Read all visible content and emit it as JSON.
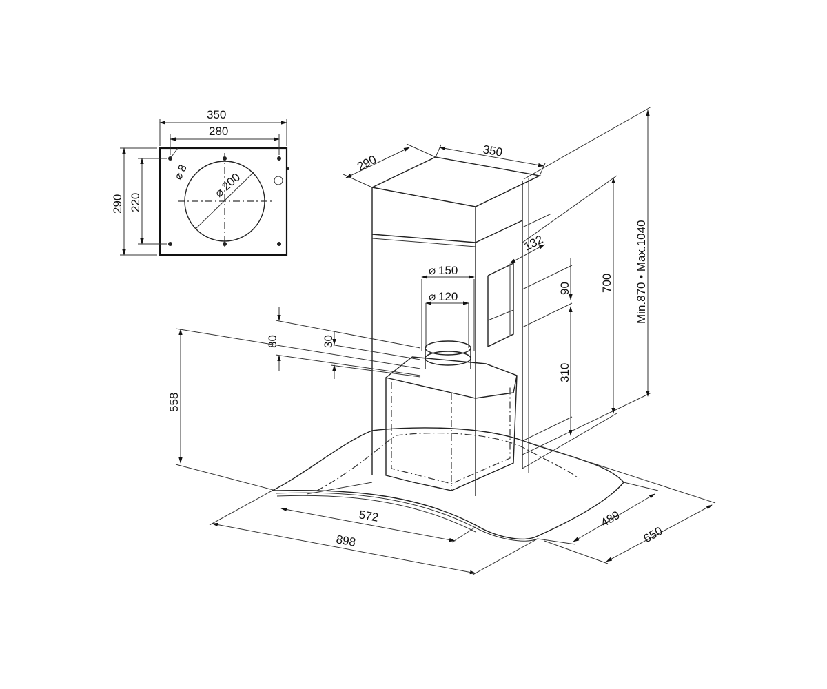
{
  "top_view": {
    "width_outer": "350",
    "width_inner": "280",
    "height_outer": "290",
    "height_inner": "220",
    "hole_diameter": "8",
    "duct_diameter": "200",
    "diameter_symbol": "⌀"
  },
  "chimney": {
    "depth": "290",
    "width": "350",
    "side_offset": "132",
    "outlet_outer_dia": "150",
    "outlet_inner_dia": "120",
    "bracket_height": "90",
    "lower_height": "310",
    "cover_height": "700",
    "total_range": "Min.870 • Max.1040"
  },
  "hood": {
    "collar_height": "80",
    "collar_offset": "30",
    "hood_height": "558",
    "body_width": "572",
    "canopy_width": "898",
    "body_depth": "489",
    "canopy_depth": "650"
  }
}
